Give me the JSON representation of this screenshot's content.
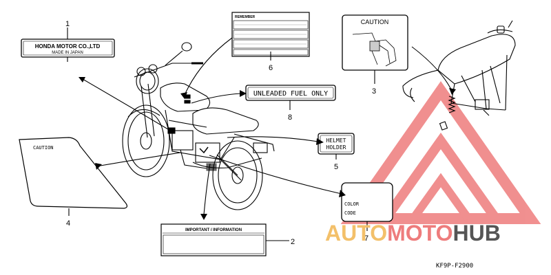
{
  "callouts": {
    "n1": "1",
    "n2": "2",
    "n3": "3",
    "n4": "4",
    "n5": "5",
    "n6": "6",
    "n7": "7",
    "n8": "8"
  },
  "labels": {
    "honda_line1": "HONDA MOTOR CO.,LTD",
    "honda_line2": "MADE IN JAPAN",
    "remember": "REMEMBER",
    "caution_tank": "CAUTION",
    "unleaded": "UNLEADED FUEL ONLY",
    "helmet_line1": "HELMET",
    "helmet_line2": "HOLDER",
    "caution_side": "CAUTION",
    "color_line1": "COLOR",
    "color_line2": "CODE",
    "important": "IMPORTANT  /  INFORMATION"
  },
  "watermark": {
    "part1": "AUTO",
    "part2": "MOTO",
    "part3": "HUB",
    "color_gold": "#f3c06a",
    "color_red": "#ee7c7c",
    "color_dark": "#555555"
  },
  "diagram_code": "KF9P-F2900"
}
